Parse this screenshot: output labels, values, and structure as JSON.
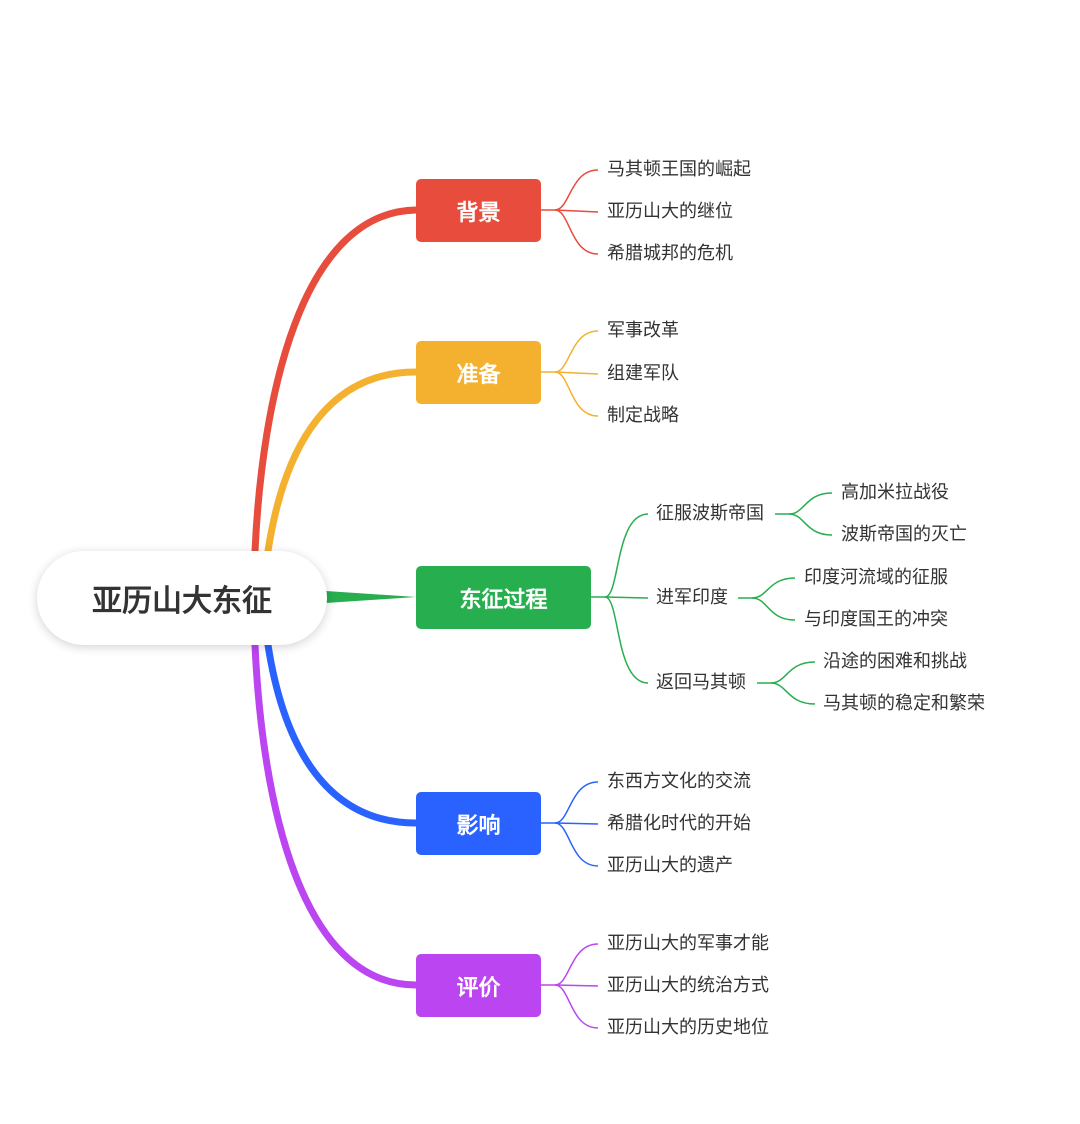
{
  "root": {
    "label": "亚历山大东征"
  },
  "colors": {
    "background": "#e74c3c",
    "preparation": "#f4b12f",
    "process": "#27ae4f",
    "impact": "#2962ff",
    "evaluation": "#bb45f0"
  },
  "branches": {
    "background": {
      "label": "背景",
      "items": [
        "马其顿王国的崛起",
        "亚历山大的继位",
        "希腊城邦的危机"
      ]
    },
    "preparation": {
      "label": "准备",
      "items": [
        "军事改革",
        "组建军队",
        "制定战略"
      ]
    },
    "process": {
      "label": "东征过程",
      "subs": [
        {
          "label": "征服波斯帝国",
          "items": [
            "高加米拉战役",
            "波斯帝国的灭亡"
          ]
        },
        {
          "label": "进军印度",
          "items": [
            "印度河流域的征服",
            "与印度国王的冲突"
          ]
        },
        {
          "label": "返回马其顿",
          "items": [
            "沿途的困难和挑战",
            "马其顿的稳定和繁荣"
          ]
        }
      ]
    },
    "impact": {
      "label": "影响",
      "items": [
        "东西方文化的交流",
        "希腊化时代的开始",
        "亚历山大的遗产"
      ]
    },
    "evaluation": {
      "label": "评价",
      "items": [
        "亚历山大的军事才能",
        "亚历山大的统治方式",
        "亚历山大的历史地位"
      ]
    }
  }
}
